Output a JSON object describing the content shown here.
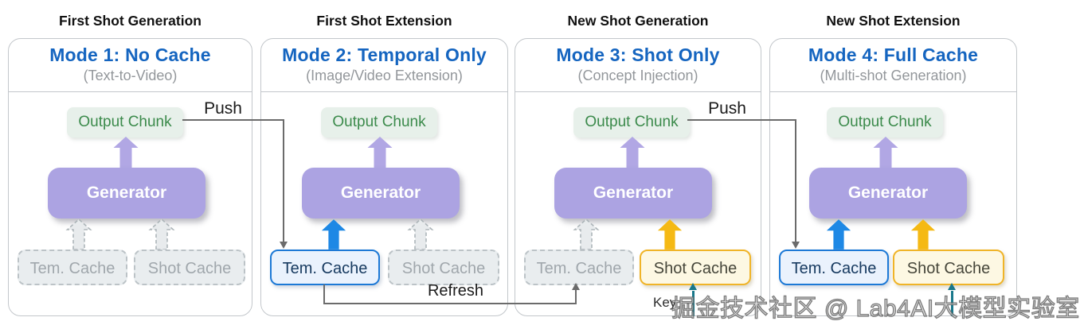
{
  "figure": {
    "columns": [
      {
        "title": "First Shot Generation",
        "mode": "Mode 1: No Cache",
        "subtitle": "(Text-to-Video)",
        "output_chunk": "Output Chunk",
        "generator": "Generator",
        "tem_cache": "Tem. Cache",
        "shot_cache": "Shot Cache",
        "tem_state": "inactive",
        "shot_state": "inactive"
      },
      {
        "title": "First Shot Extension",
        "mode": "Mode 2: Temporal Only",
        "subtitle": "(Image/Video Extension)",
        "output_chunk": "Output Chunk",
        "generator": "Generator",
        "tem_cache": "Tem. Cache",
        "shot_cache": "Shot Cache",
        "tem_state": "active-blue",
        "shot_state": "inactive"
      },
      {
        "title": "New Shot Generation",
        "mode": "Mode 3: Shot Only",
        "subtitle": "(Concept Injection)",
        "output_chunk": "Output Chunk",
        "generator": "Generator",
        "tem_cache": "Tem. Cache",
        "shot_cache": "Shot Cache",
        "tem_state": "inactive",
        "shot_state": "active-gold"
      },
      {
        "title": "New Shot Extension",
        "mode": "Mode 4: Full Cache",
        "subtitle": "(Multi-shot Generation)",
        "output_chunk": "Output Chunk",
        "generator": "Generator",
        "tem_cache": "Tem. Cache",
        "shot_cache": "Shot Cache",
        "tem_state": "active-blue",
        "shot_state": "active-gold"
      }
    ],
    "connector_labels": {
      "push_1": "Push",
      "push_2": "Push",
      "refresh": "Refresh",
      "key": "Key"
    },
    "watermark": "掘金技术社区 @ Lab4AI大模型实验室",
    "colors": {
      "mode_title_blue": "#1565C0",
      "active_blue": "#1E88E5",
      "active_gold": "#F5B914",
      "purple": "#B1A7E4",
      "green_text": "#3B8A4B",
      "teal_arrow": "#19788B",
      "connector_gray": "#6B6B6B"
    }
  }
}
